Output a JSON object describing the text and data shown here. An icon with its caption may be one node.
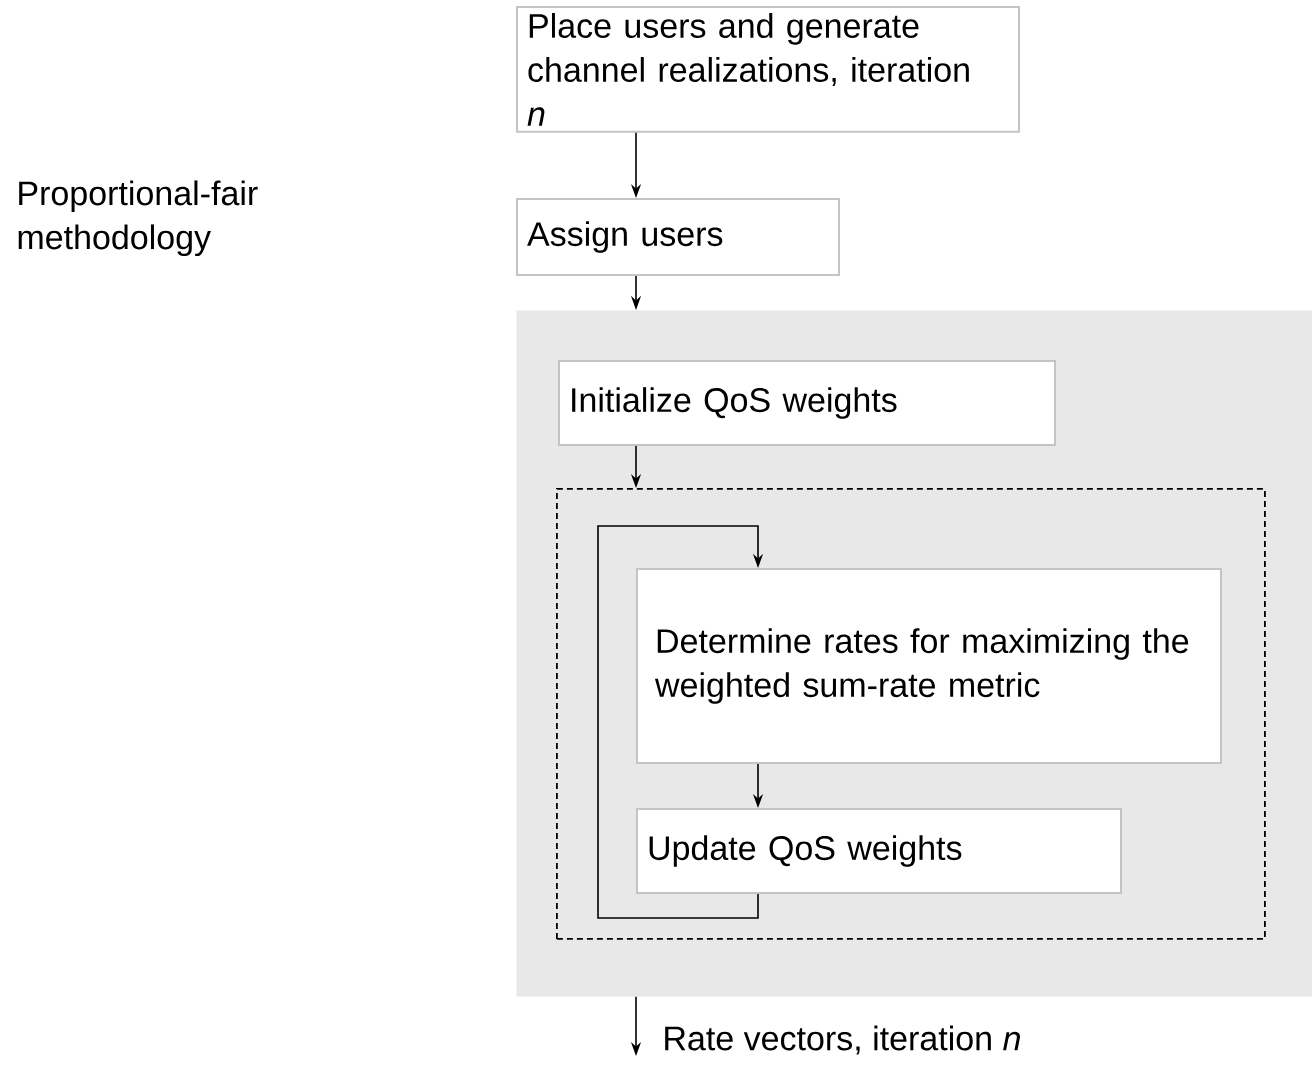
{
  "diagram": {
    "nodes": [
      {
        "text": [
          "Place users and generate channel realizations, iteration *n*"
        ]
      },
      {
        "text": [
          "Assign users"
        ]
      },
      {
        "text": [],
        "shape": "box"
      },
      {
        "text": [
          "Initialize QoS weights"
        ],
        "in": 2
      },
      {
        "text": [],
        "shape": "box",
        "in": 2
      },
      {
        "text": [
          "Determine rates for maximizing the weighted sum-rate metric"
        ],
        "in": 4
      },
      {
        "text": [
          "Update QoS weights"
        ],
        "in": 4
      }
    ],
    "edges": [
      {
        "from": 0,
        "to": 1,
        "arrow": "to"
      },
      {
        "from": 1,
        "to": 2,
        "arrow": "to"
      },
      {
        "from": 3,
        "to": 4,
        "arrow": "to"
      },
      {
        "from": 5,
        "to": 6,
        "arrow": "to"
      },
      {
        "from": 6,
        "to": 5,
        "arrow": "to"
      },
      {
        "from": 2,
        "to": null,
        "arrow": "to",
        "label": "Rate vectors, iteration *n*"
      }
    ],
    "labels": [
      "Proportional-fair methodology"
    ]
  }
}
